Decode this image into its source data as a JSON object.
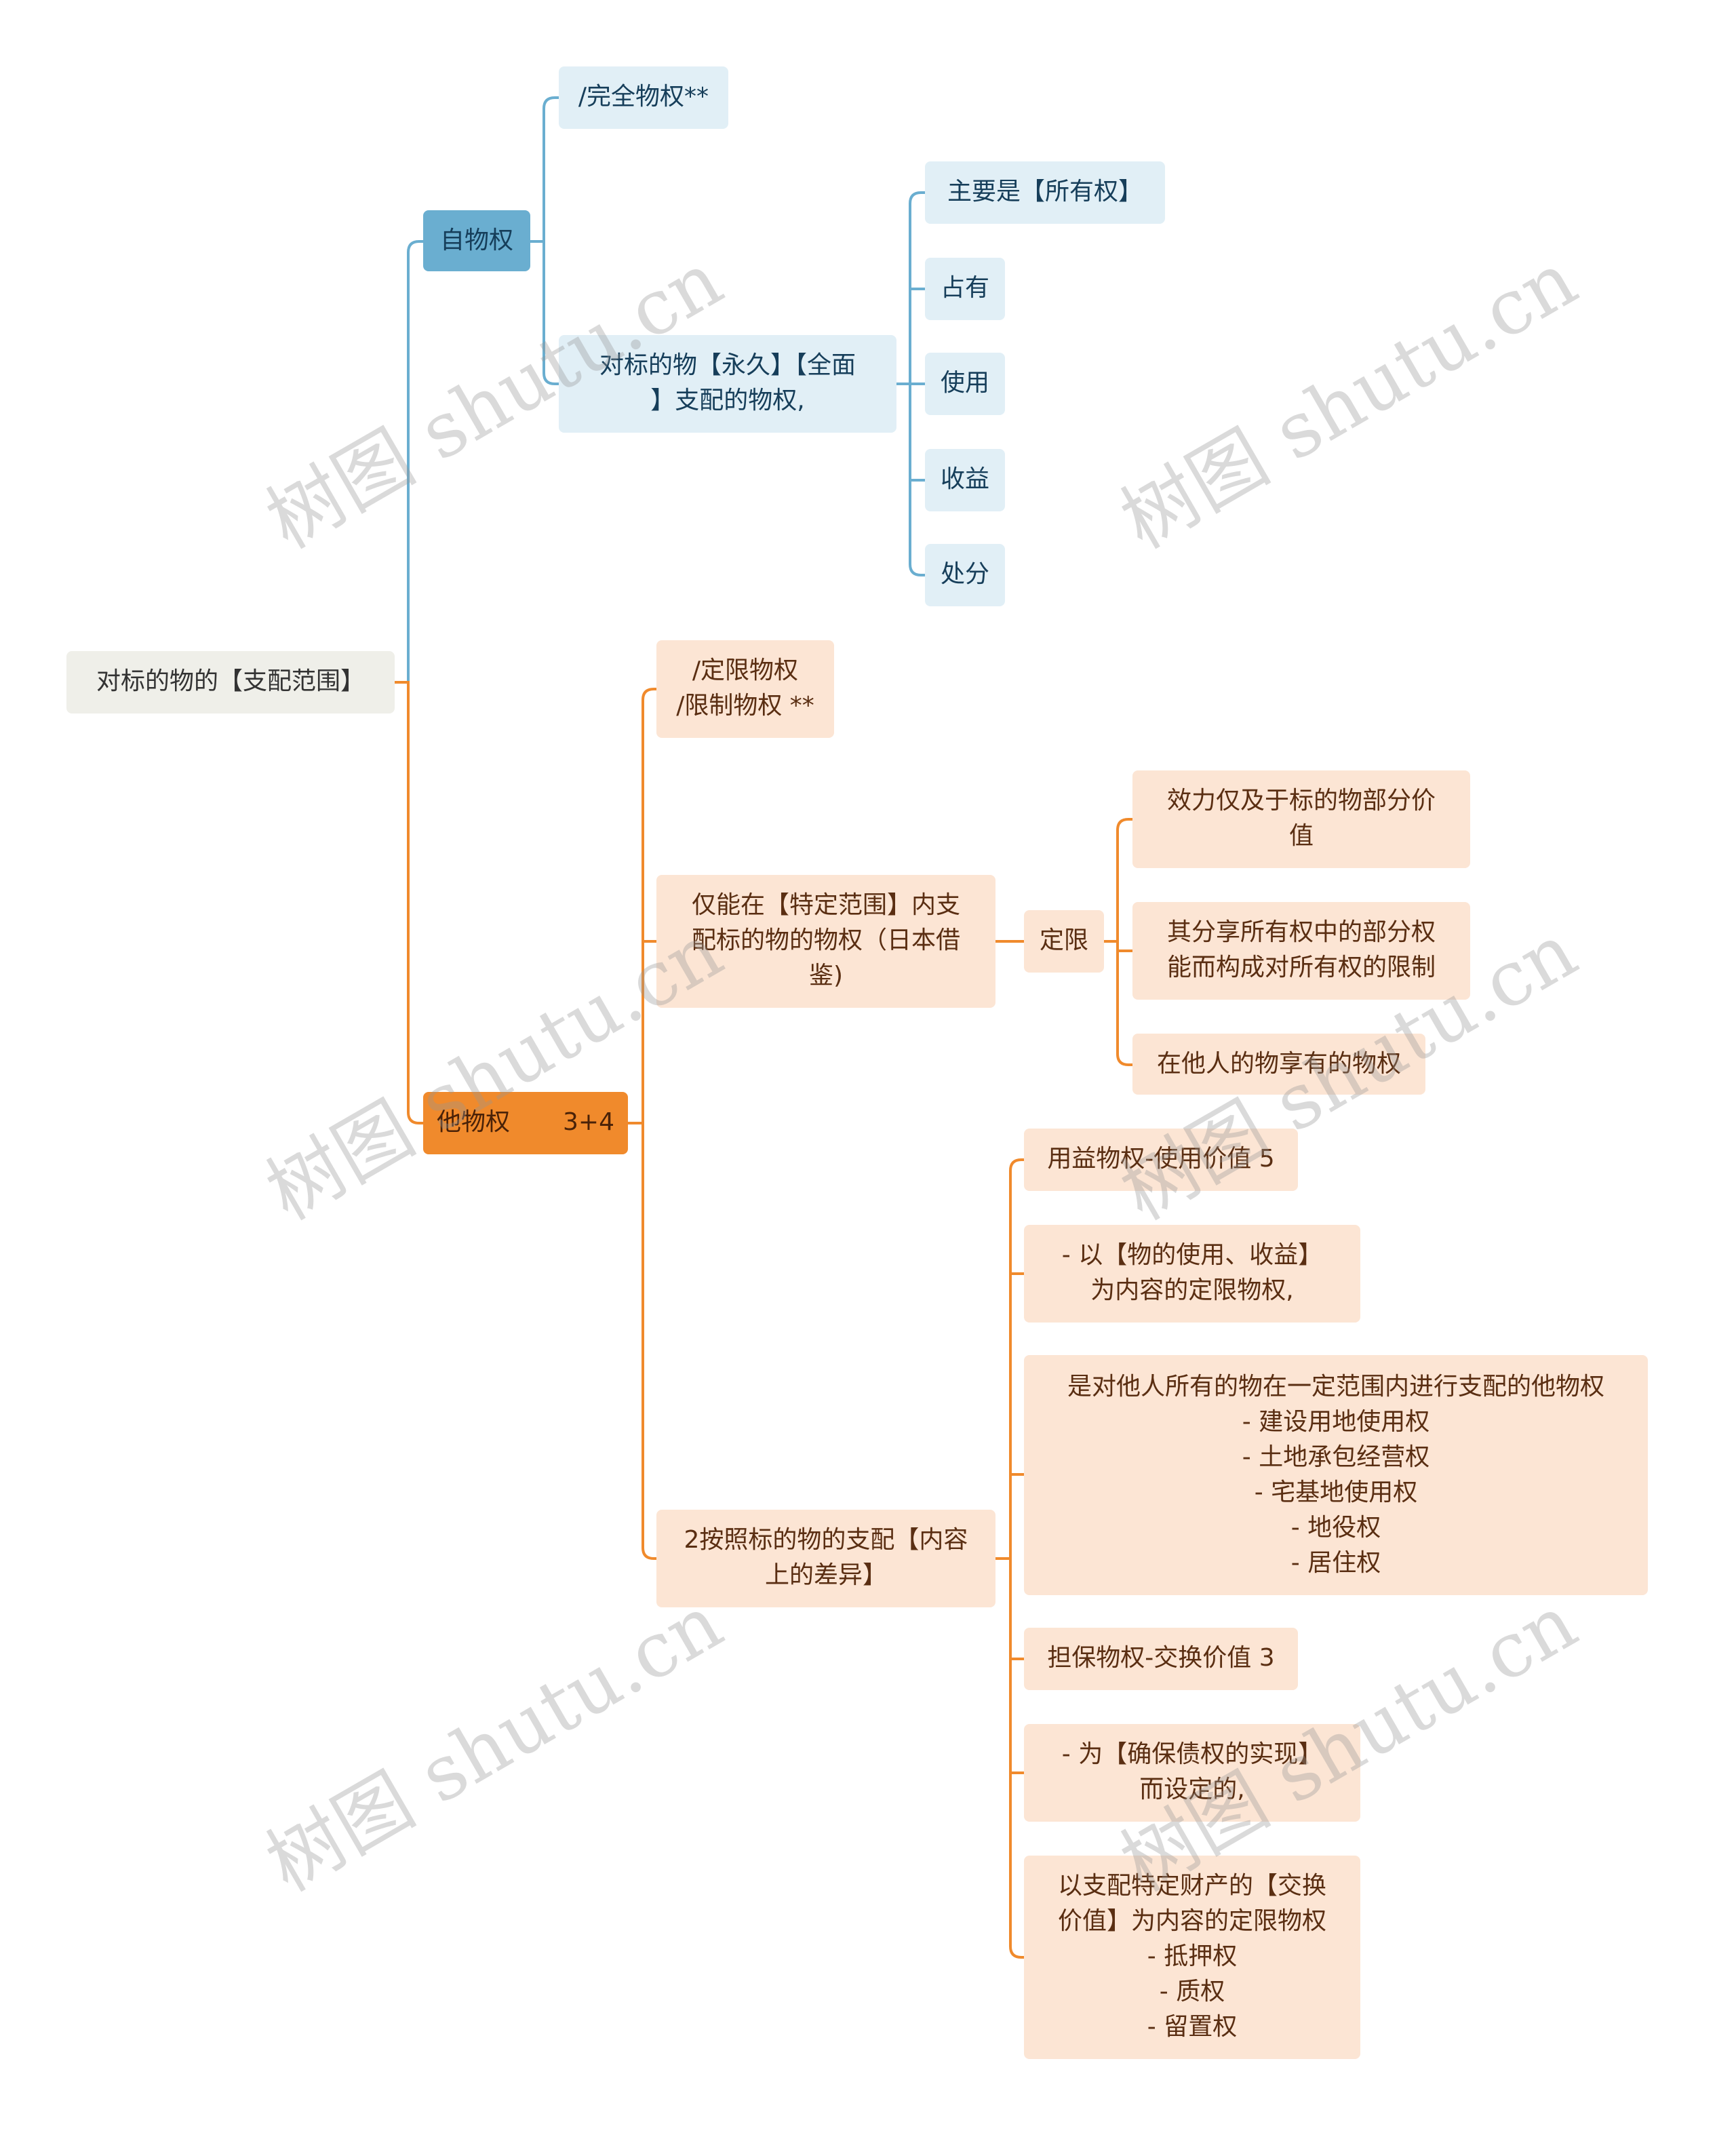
{
  "watermark": "树图 shutu.cn",
  "colors": {
    "blue_line": "#6aaed0",
    "orange_line": "#f08a2c"
  },
  "root": "对标的物的【支配范围】",
  "zi": {
    "label": "自物权",
    "children": [
      "/完全物权**",
      "对标的物【永久】【全面\n】支配的物权,"
    ],
    "sub": [
      "主要是【所有权】",
      "占有",
      "使用",
      "收益",
      "处分"
    ]
  },
  "ta": {
    "label": "他物权",
    "count": "3+4",
    "children": [
      "/定限物权\n/限制物权 **",
      "仅能在【特定范围】内支\n配标的物的物权（日本借\n鉴)",
      "2按照标的物的支配【内容\n上的差异】"
    ],
    "dingxian": "定限",
    "dingxian_children": [
      "效力仅及于标的物部分价\n值",
      "其分享所有权中的部分权\n能而构成对所有权的限制",
      "在他人的物享有的物权"
    ],
    "content_children": [
      "用益物权-使用价值 5",
      "- 以【物的使用、收益】\n为内容的定限物权,",
      "是对他人所有的物在一定范围内进行支配的他物权\n- 建设用地使用权\n- 土地承包经营权\n- 宅基地使用权\n- 地役权\n- 居住权",
      "担保物权-交换价值 3",
      "- 为【确保债权的实现】\n而设定的,",
      "以支配特定财产的【交换\n价值】为内容的定限物权\n- 抵押权\n- 质权\n- 留置权"
    ]
  }
}
